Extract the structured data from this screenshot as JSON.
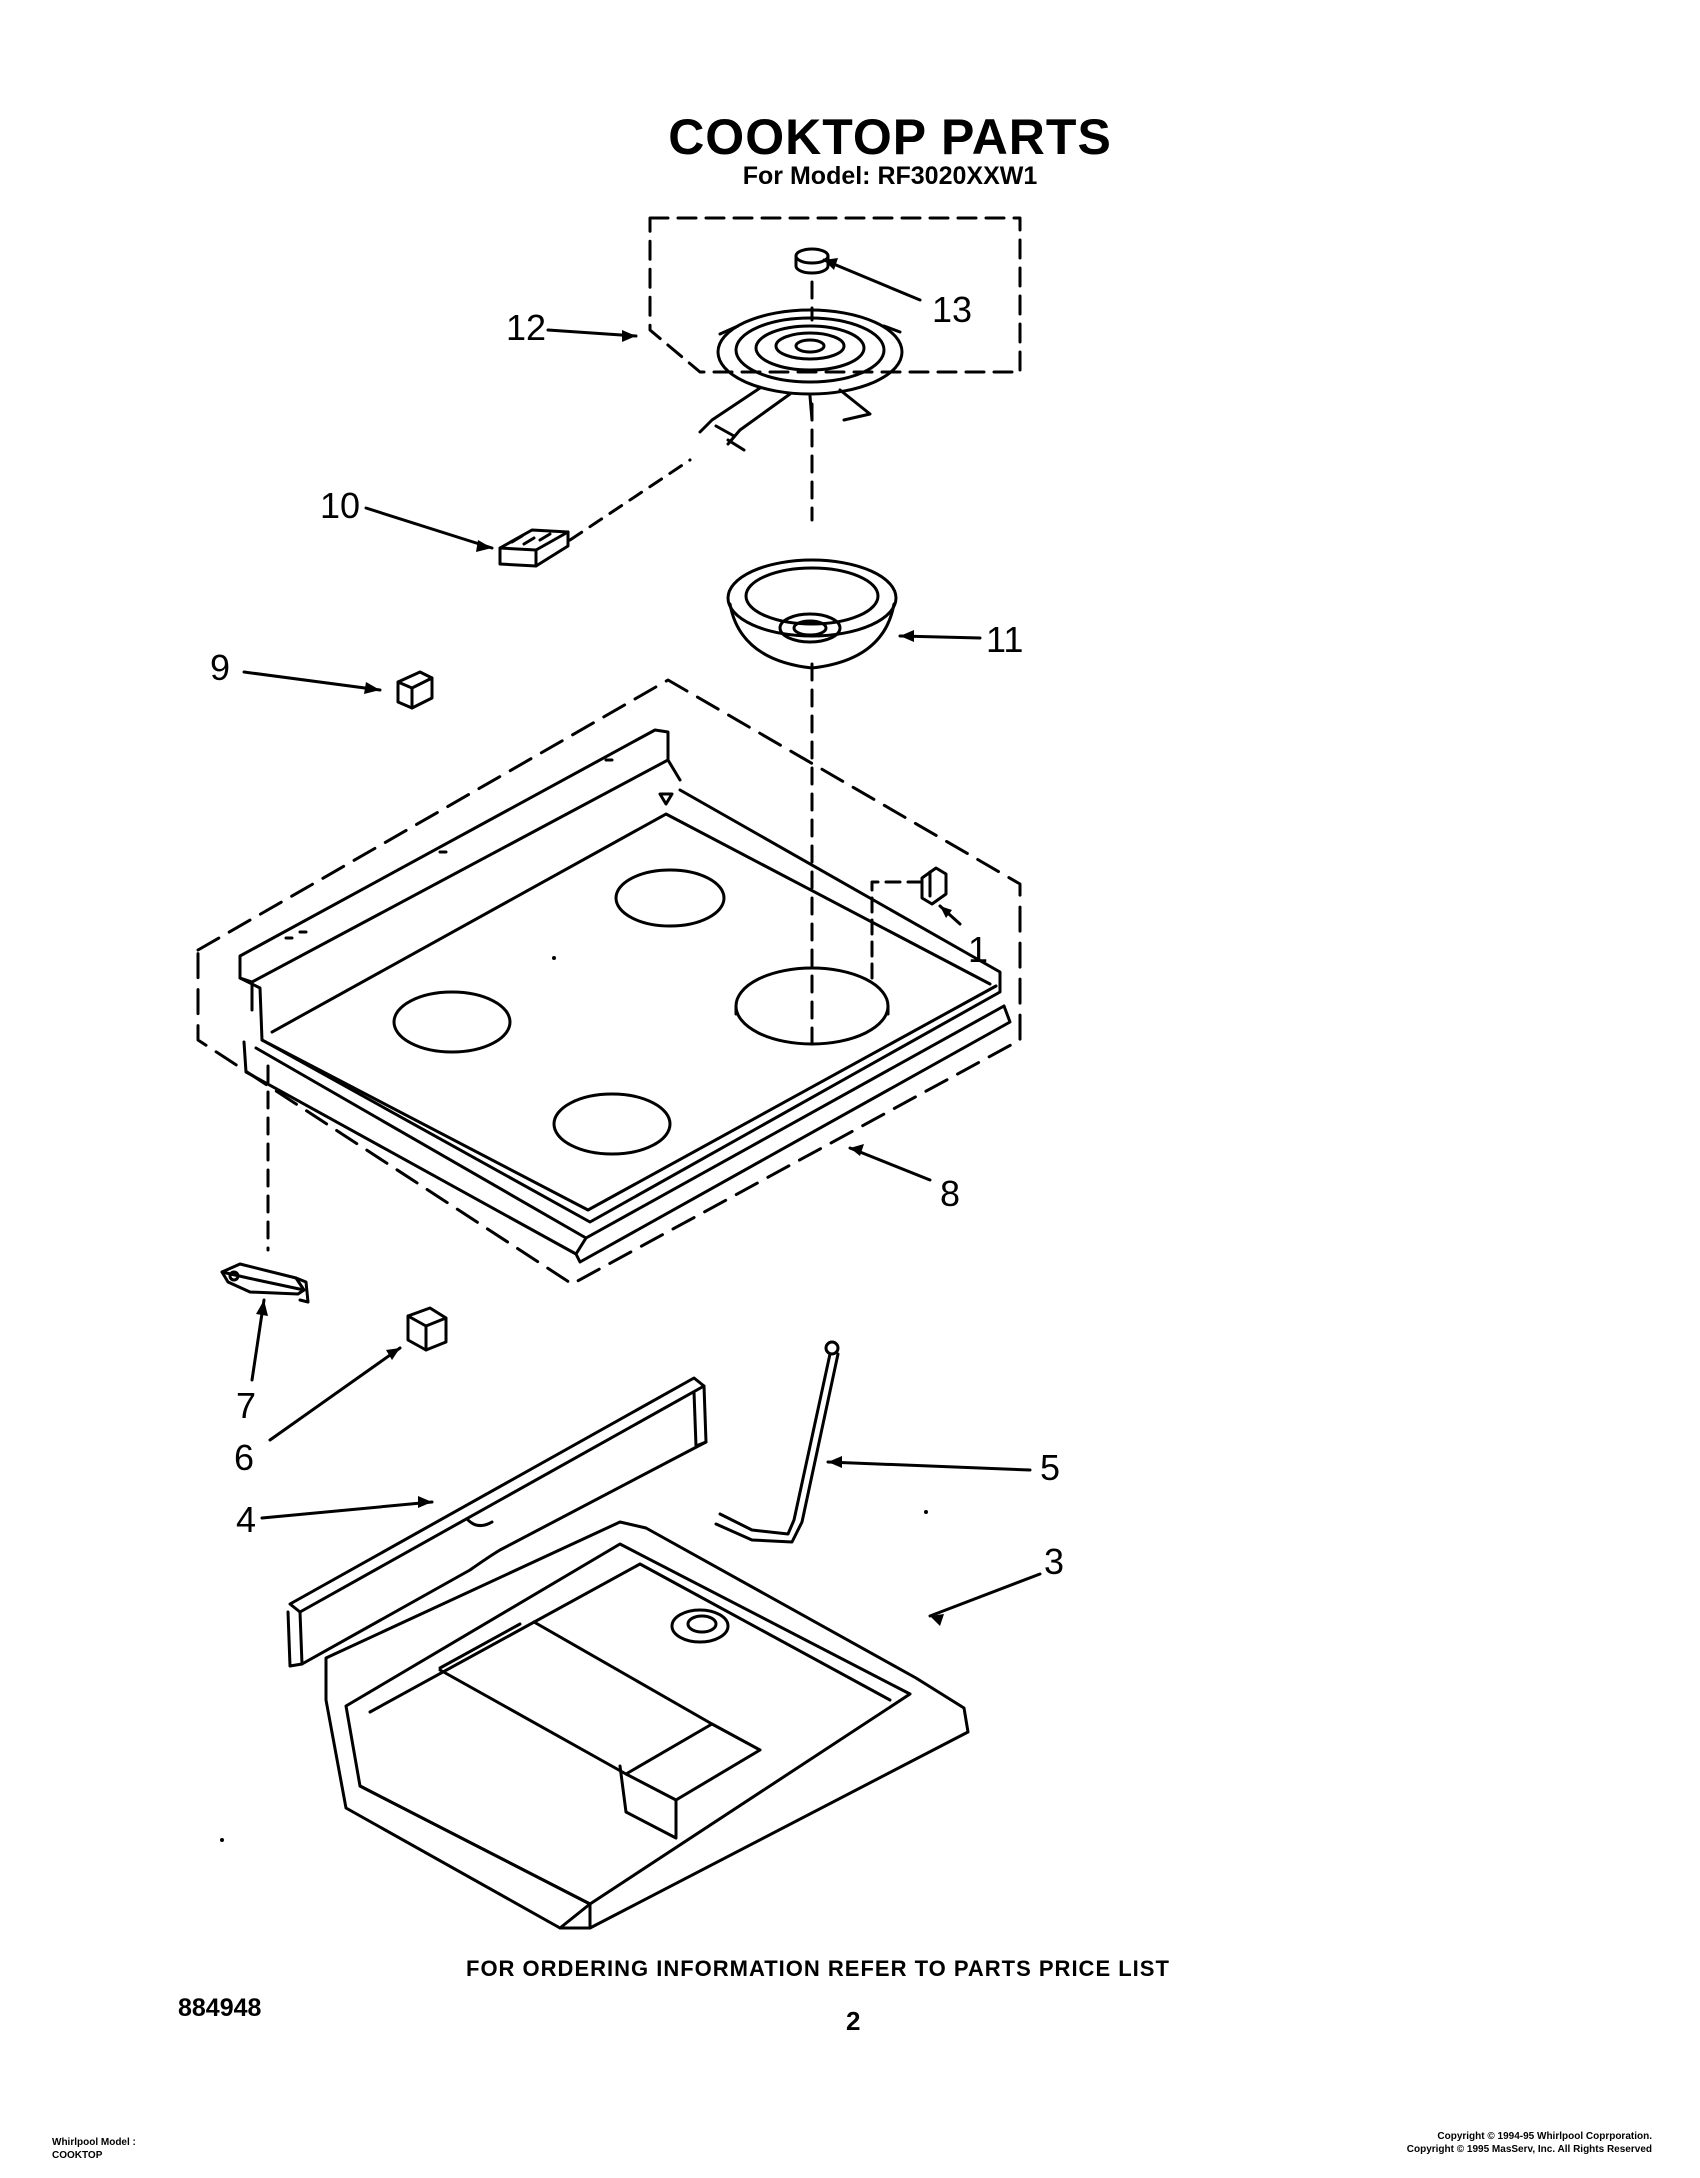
{
  "header": {
    "title": "COOKTOP PARTS",
    "subtitle": "For Model: RF3020XXW1"
  },
  "footer": {
    "order_note": "FOR ORDERING INFORMATION REFER TO PARTS PRICE LIST",
    "doc_number": "884948",
    "page_number": "2",
    "left_line1": "Whirlpool Model :",
    "left_line2": "COOKTOP",
    "right_line1": "Copyright © 1994-95 Whirlpool Coprporation.",
    "right_line2": "Copyright © 1995 MasServ, Inc.  All Rights Reserved"
  },
  "callouts": [
    "1",
    "3",
    "4",
    "5",
    "6",
    "7",
    "8",
    "9",
    "10",
    "11",
    "12",
    "13"
  ],
  "colors": {
    "ink": "#000000",
    "paper": "#ffffff"
  }
}
